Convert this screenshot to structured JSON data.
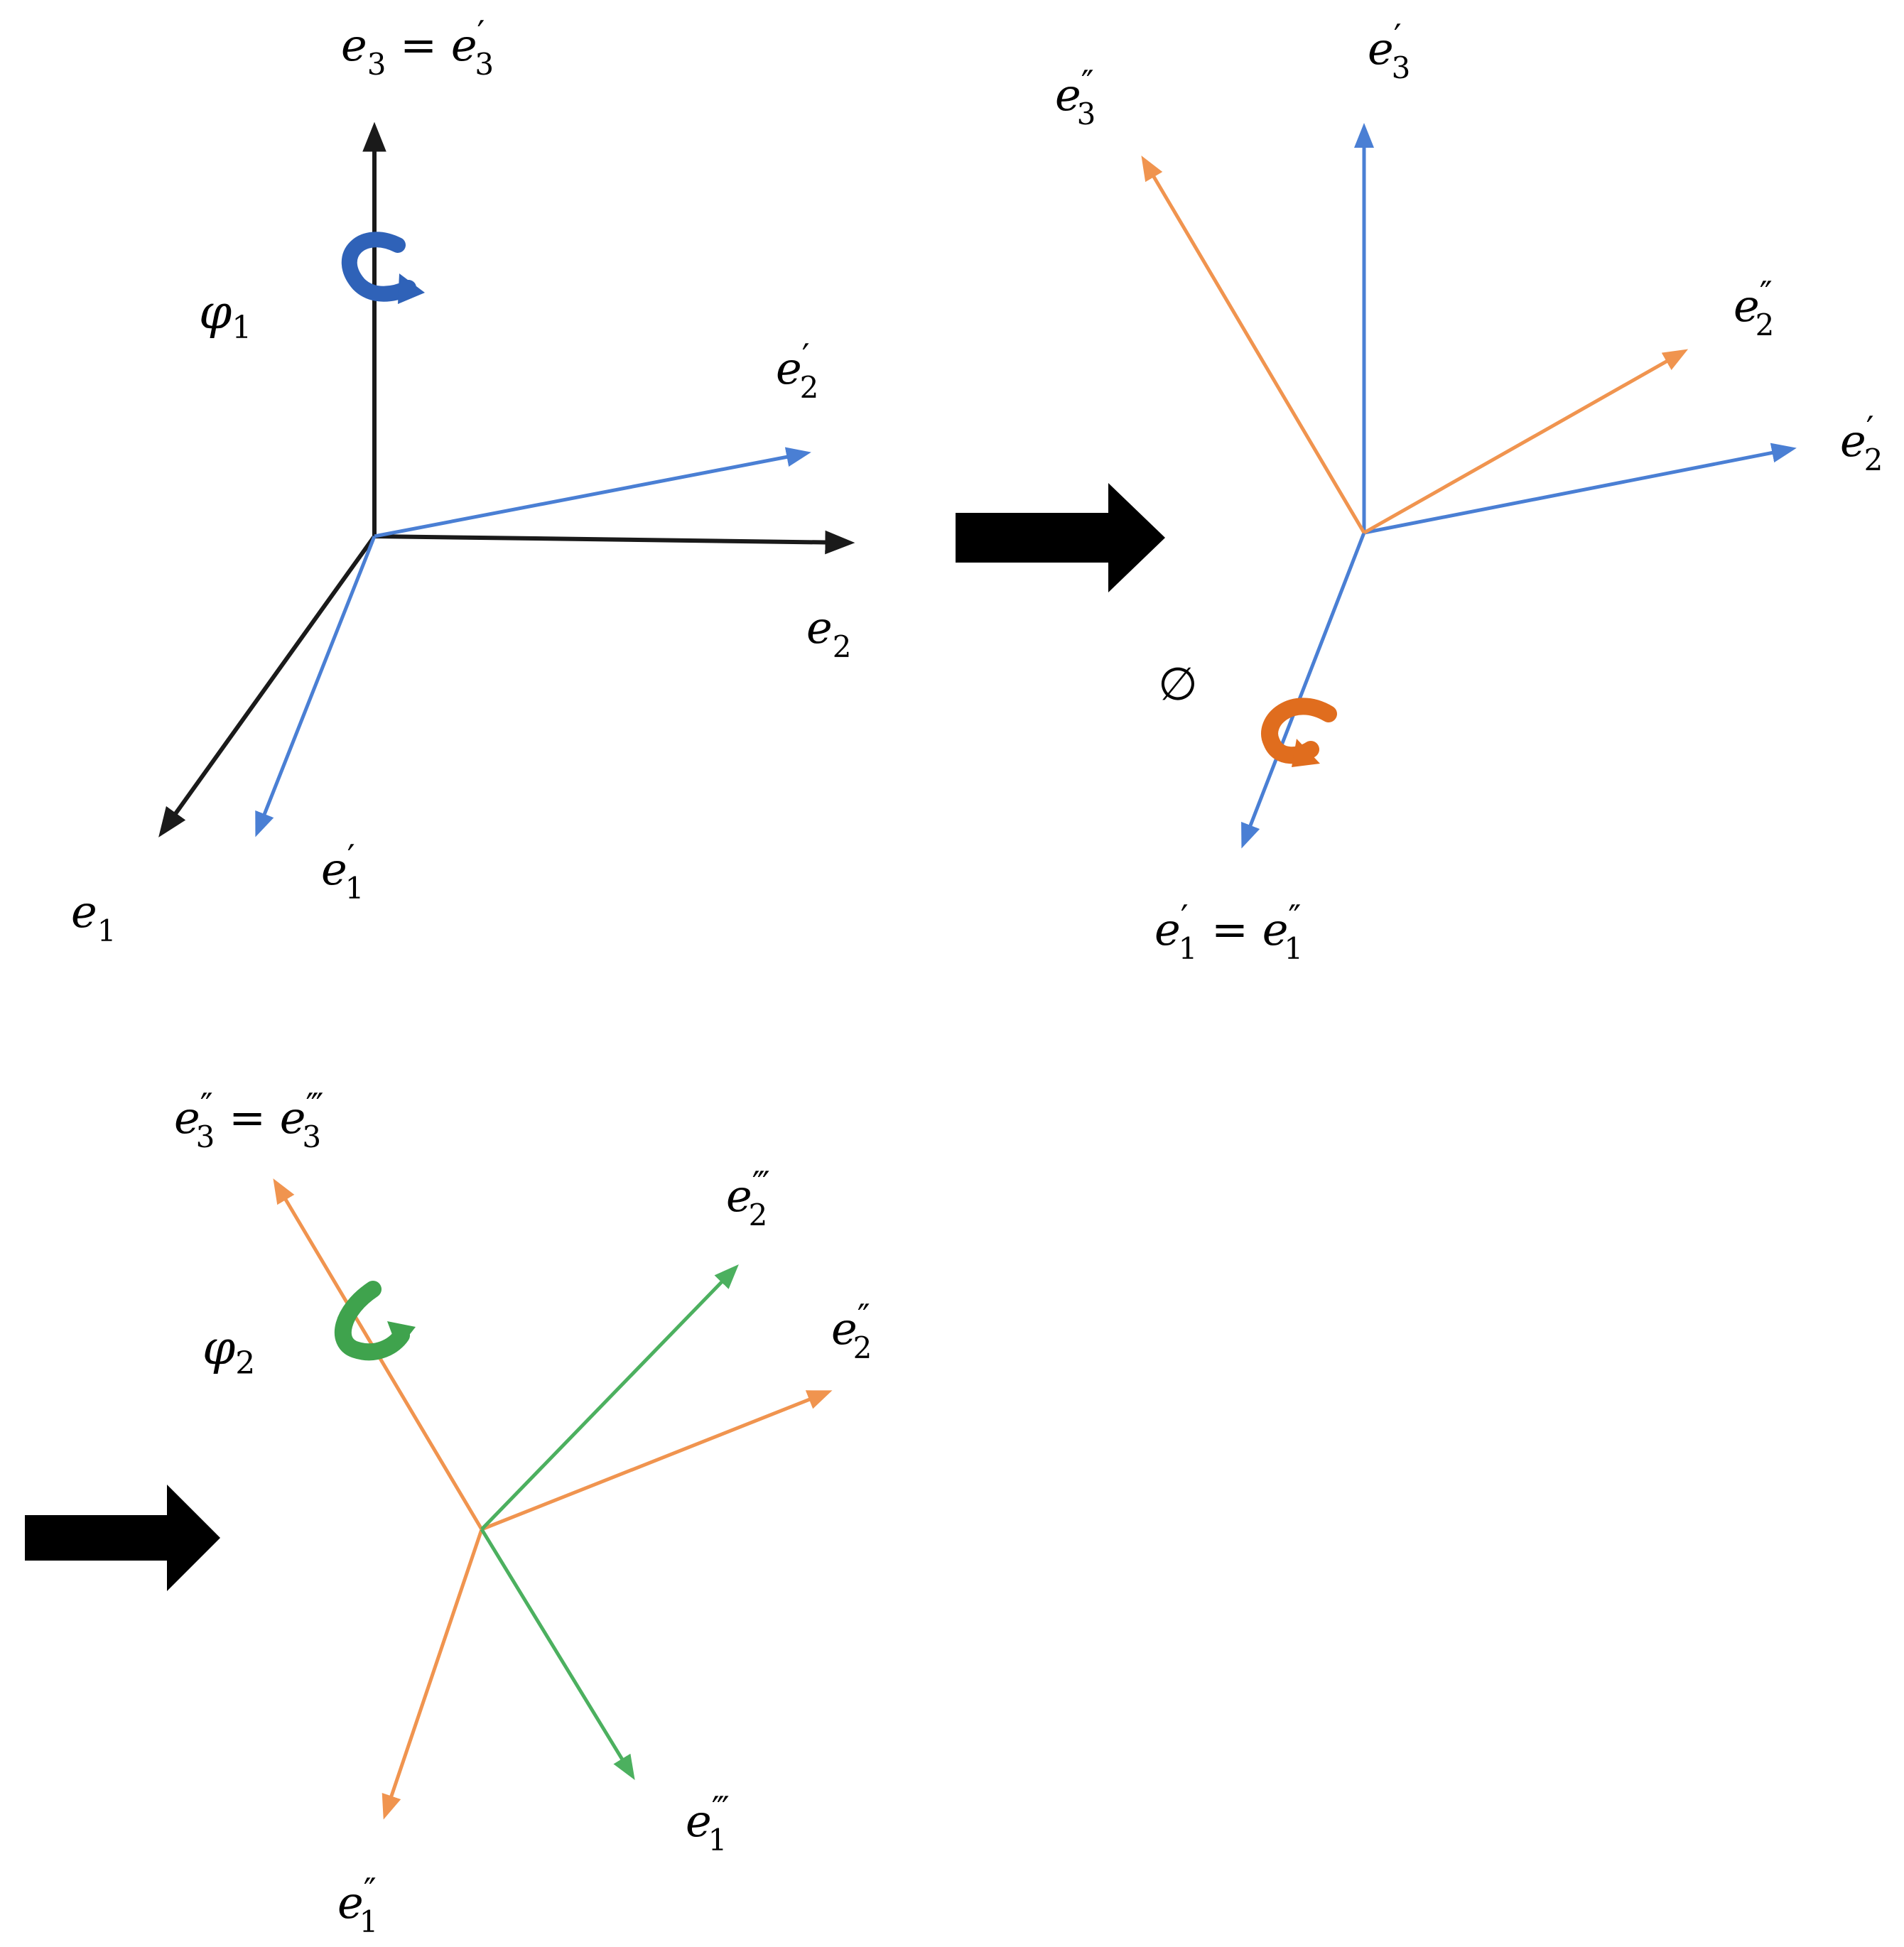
{
  "colors": {
    "black": "#1a1a1a",
    "blue": "#4a7fd4",
    "orange": "#f0944f",
    "green": "#4cb05f",
    "rot_blue": "#2f62b8",
    "rot_orange": "#e06d1e",
    "rot_green": "#3fa34d"
  },
  "step1": {
    "label_e3_eq": {
      "base": "e",
      "sub": "3",
      "eq": " = ",
      "base2": "e",
      "sup2": "′",
      "sub2": "3"
    },
    "label_phi1": {
      "base": "φ",
      "sub": "1"
    },
    "label_e2p": {
      "base": "e",
      "sup": "′",
      "sub": "2"
    },
    "label_e2": {
      "base": "e",
      "sub": "2"
    },
    "label_e1p": {
      "base": "e",
      "sup": "′",
      "sub": "1"
    },
    "label_e1": {
      "base": "e",
      "sub": "1"
    }
  },
  "step2": {
    "label_e3pp": {
      "base": "e",
      "sup": "″",
      "sub": "3"
    },
    "label_e3p": {
      "base": "e",
      "sup": "′",
      "sub": "3"
    },
    "label_e2pp": {
      "base": "e",
      "sup": "″",
      "sub": "2"
    },
    "label_e2p": {
      "base": "e",
      "sup": "′",
      "sub": "2"
    },
    "label_phi": {
      "symbol": "∅"
    },
    "label_e1_eq": {
      "base": "e",
      "sup": "′",
      "sub": "1",
      "eq": " = ",
      "base2": "e",
      "sup2": "″",
      "sub2": "1"
    }
  },
  "step3": {
    "label_e3_eq": {
      "base": "e",
      "sup": "″",
      "sub": "3",
      "eq": " = ",
      "base2": "e",
      "sup2": "‴",
      "sub2": "3"
    },
    "label_phi2": {
      "base": "φ",
      "sub": "2"
    },
    "label_e2ppp": {
      "base": "e",
      "sup": "‴",
      "sub": "2"
    },
    "label_e2pp": {
      "base": "e",
      "sup": "″",
      "sub": "2"
    },
    "label_e1ppp": {
      "base": "e",
      "sup": "‴",
      "sub": "1"
    },
    "label_e1pp": {
      "base": "e",
      "sup": "″",
      "sub": "1"
    }
  }
}
